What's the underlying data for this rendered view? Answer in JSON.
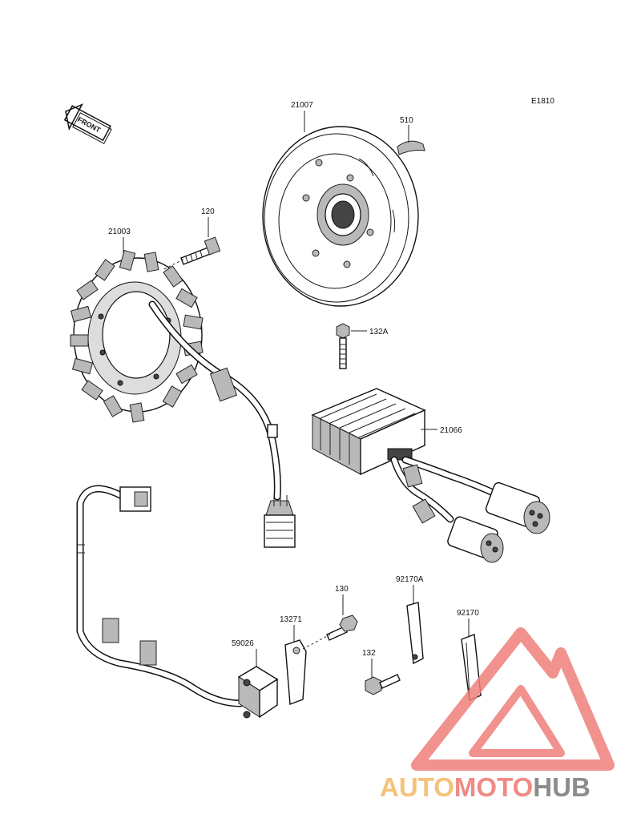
{
  "diagram": {
    "code": "E1810",
    "front_label": "FRONT",
    "parts": [
      {
        "id": "flywheel",
        "label": "21007"
      },
      {
        "id": "key",
        "label": "510"
      },
      {
        "id": "stator-bolt",
        "label": "120"
      },
      {
        "id": "stator",
        "label": "21003"
      },
      {
        "id": "regulator-bolt",
        "label": "132A"
      },
      {
        "id": "regulator",
        "label": "21066"
      },
      {
        "id": "pickup-bolt",
        "label": "130"
      },
      {
        "id": "bracket-a",
        "label": "92170A"
      },
      {
        "id": "plate",
        "label": "13271"
      },
      {
        "id": "bracket",
        "label": "92170"
      },
      {
        "id": "pickup-coil",
        "label": "59026"
      },
      {
        "id": "bracket-bolt",
        "label": "132"
      }
    ]
  },
  "watermark": {
    "part1": "AUTO",
    "part2": "MOTO",
    "part3": "HUB",
    "colors": {
      "auto": "#f5c27a",
      "moto": "#f08a84",
      "hub": "#8c8c8c",
      "logo": "#ef7f7b"
    }
  }
}
